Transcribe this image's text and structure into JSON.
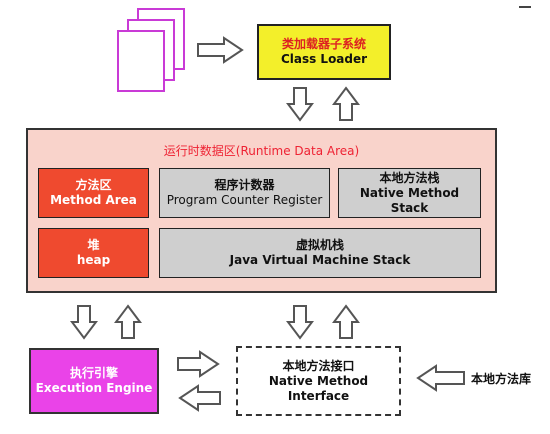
{
  "class_loader": {
    "title_cn": "类加载器子系统",
    "title_en": "Class Loader"
  },
  "runtime_data_area": {
    "title": "运行时数据区(Runtime Data Area)",
    "method_area": {
      "cn": "方法区",
      "en": "Method Area"
    },
    "pc_register": {
      "cn": "程序计数器",
      "en": "Program Counter Register"
    },
    "native_method_stack": {
      "cn": "本地方法栈",
      "en": "Native Method Stack"
    },
    "heap": {
      "cn": "堆",
      "en": "heap"
    },
    "jvm_stack": {
      "cn": "虚拟机栈",
      "en": "Java Virtual Machine Stack"
    }
  },
  "execution_engine": {
    "cn": "执行引擎",
    "en": "Execution Engine"
  },
  "native_interface": {
    "cn": "本地方法接口",
    "en_line1": "Native Method",
    "en_line2": "Interface"
  },
  "native_library": {
    "label": "本地方法库"
  },
  "colors": {
    "class_loader": "#f3ef2a",
    "runtime_area": "#f9d3cb",
    "red_region": "#ef4a2f",
    "gray_region": "#cfcfcf",
    "execution_engine": "#ea43e8",
    "arrow_fill": "#ffffff",
    "arrow_stroke": "#555555"
  },
  "icons": [
    "class-files-icon",
    "arrow-right-icon",
    "arrow-left-icon",
    "arrow-up-icon",
    "arrow-down-icon"
  ]
}
